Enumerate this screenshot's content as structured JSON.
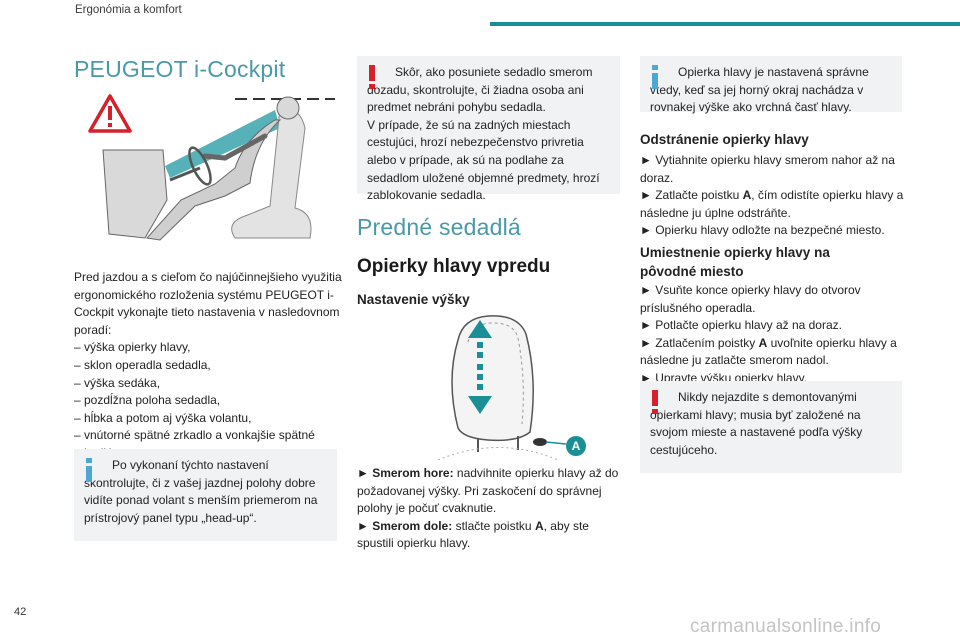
{
  "header": {
    "chapter": "Ergonómia a komfort"
  },
  "col1": {
    "title": "PEUGEOT i-Cockpit",
    "intro": "Pred jazdou a s cieľom čo najúčinnejšieho využitia ergonomického rozloženia systému PEUGEOT i-Cockpit vykonajte tieto nastavenia v nasledovnom poradí:",
    "list": [
      "– výška opierky hlavy,",
      "– sklon operadla sedadla,",
      "– výška sedáka,",
      "– pozdĺžna poloha sedadla,",
      "– hĺbka a potom aj výška volantu,",
      "– vnútorné spätné zrkadlo a vonkajšie spätné zrkadlá."
    ],
    "info": "Po vykonaní týchto nastavení skontrolujte, či z vašej jazdnej polohy dobre vidíte ponad volant s menším priemerom na prístrojový panel typu „head-up“."
  },
  "col2": {
    "warning": "Skôr, ako posuniete sedadlo smerom dozadu, skontrolujte, či žiadna osoba ani predmet nebráni pohybu sedadla.\nV prípade, že sú na zadných miestach cestujúci, hrozí nebezpečenstvo privretia alebo v prípade, ak sú na podlahe za sedadlom uložené objemné predmety, hrozí zablokovanie sedadla.",
    "section": "Predné sedadlá",
    "h1": "Opierky hlavy vpredu",
    "h2": "Nastavenie výšky",
    "label_a": "A",
    "up_label": "► Smerom hore:",
    "up_text": " nadvihnite opierku hlavy až do požadovanej výšky. Pri zaskočení do správnej polohy je počuť cvaknutie.",
    "down_label": "► Smerom dole:",
    "down_text_1": " stlačte poistku ",
    "down_text_a": "A",
    "down_text_2": ", aby ste spustili opierku hlavy."
  },
  "col3": {
    "info": "Opierka hlavy je nastavená správne vtedy, keď sa jej horný okraj nachádza v rovnakej výške ako vrchná časť hlavy.",
    "h_remove": "Odstránenie opierky hlavy",
    "remove_1": "► Vytiahnite opierku hlavy smerom nahor až na doraz.",
    "remove_2a": "► Zatlačte poistku ",
    "remove_2b": "A",
    "remove_2c": ", čím odistíte opierku hlavy a následne ju úplne odstráňte.",
    "remove_3": "► Opierku hlavy odložte na bezpečné miesto.",
    "h_place": "Umiestnenie opierky hlavy na pôvodné miesto",
    "place_1": "► Vsuňte konce opierky hlavy do otvorov príslušného operadla.",
    "place_2": "► Potlačte opierku hlavy až na doraz.",
    "place_3a": "► Zatlačením poistky ",
    "place_3b": "A",
    "place_3c": " uvoľnite opierku hlavy a následne ju zatlačte smerom nadol.",
    "place_4": "► Upravte výšku opierky hlavy.",
    "warning": "Nikdy nejazdite s demontovanými opierkami hlavy; musia byť založené na svojom mieste a nastavené podľa výšky cestujúceho."
  },
  "footer": {
    "page_number": "42",
    "site": "carmanualsonline.info"
  }
}
